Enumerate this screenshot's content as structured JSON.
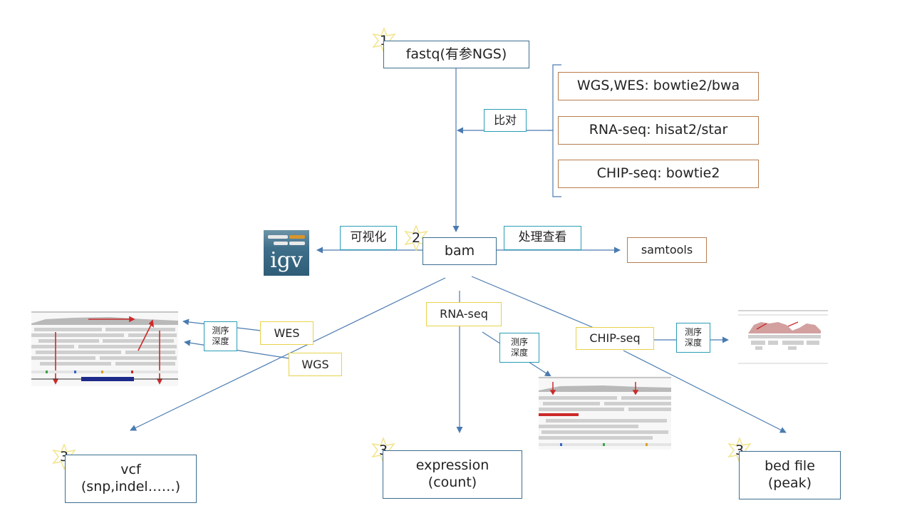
{
  "nodes": {
    "fastq": "fastq(有参NGS)",
    "bam": "bam",
    "samtools": "samtools",
    "rnaseq": "RNA-seq",
    "chipseq": "CHIP-seq",
    "wes": "WES",
    "wgs": "WGS"
  },
  "aligners": [
    "WGS,WES: bowtie2/bwa",
    "RNA-seq: hisat2/star",
    "CHIP-seq: bowtie2"
  ],
  "edge_labels": {
    "align": "比对",
    "visualize": "可视化",
    "process": "处理查看",
    "depth_line1": "测序",
    "depth_line2": "深度"
  },
  "steps": {
    "s1": "1",
    "s2": "2",
    "s3": "3"
  },
  "outputs": {
    "vcf_line1": "vcf",
    "vcf_line2": "(snp,indel……)",
    "expr_line1": "expression",
    "expr_line2": "(count)",
    "bed_line1": "bed file",
    "bed_line2": "(peak)"
  },
  "igv_logo_text": "igv",
  "colors": {
    "arrow": "#4a7bb0",
    "box_blue": "#3c6e8f",
    "box_brown": "#b87d4f",
    "box_yellow": "#e7d24b",
    "box_cyan": "#2a9db5",
    "star": "#f2e48c",
    "igv_bg": "#3f6f8a",
    "read_gray": "#c8c8c8",
    "read_red": "#cc2a2a"
  }
}
